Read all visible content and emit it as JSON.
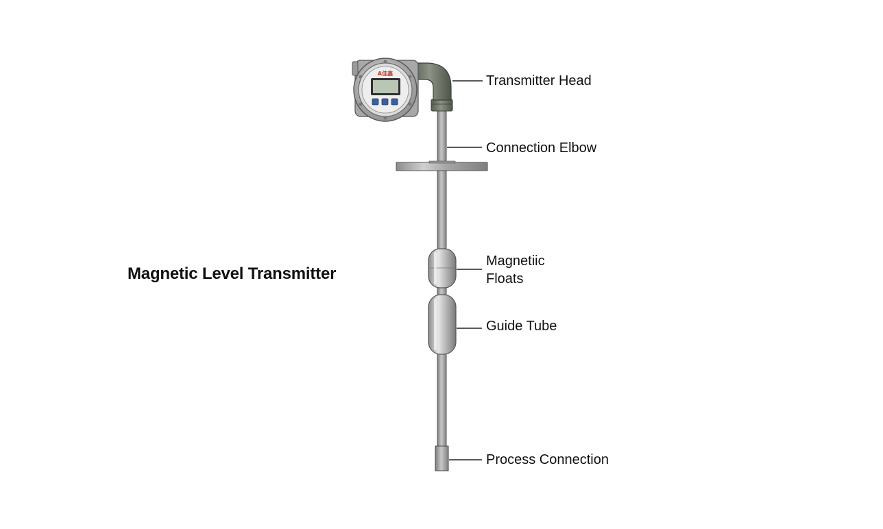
{
  "title": "Magnetic Level Transmitter",
  "logo_text": "A佳鑫",
  "labels": {
    "transmitter_head": "Transmitter Head",
    "connection_elbow": "Connection Elbow",
    "magnetic_floats_line1": "Magnetiic",
    "magnetic_floats_line2": "Floats",
    "guide_tube": "Guide Tube",
    "process_connection": "Process Connection"
  },
  "colors": {
    "text": "#111111",
    "leader_line": "#222222",
    "metal": "#a9a9a9",
    "elbow": "#6e7466",
    "display": "#b9c6b4",
    "buttons": "#3b5f9e",
    "logo": "#c0392b"
  }
}
